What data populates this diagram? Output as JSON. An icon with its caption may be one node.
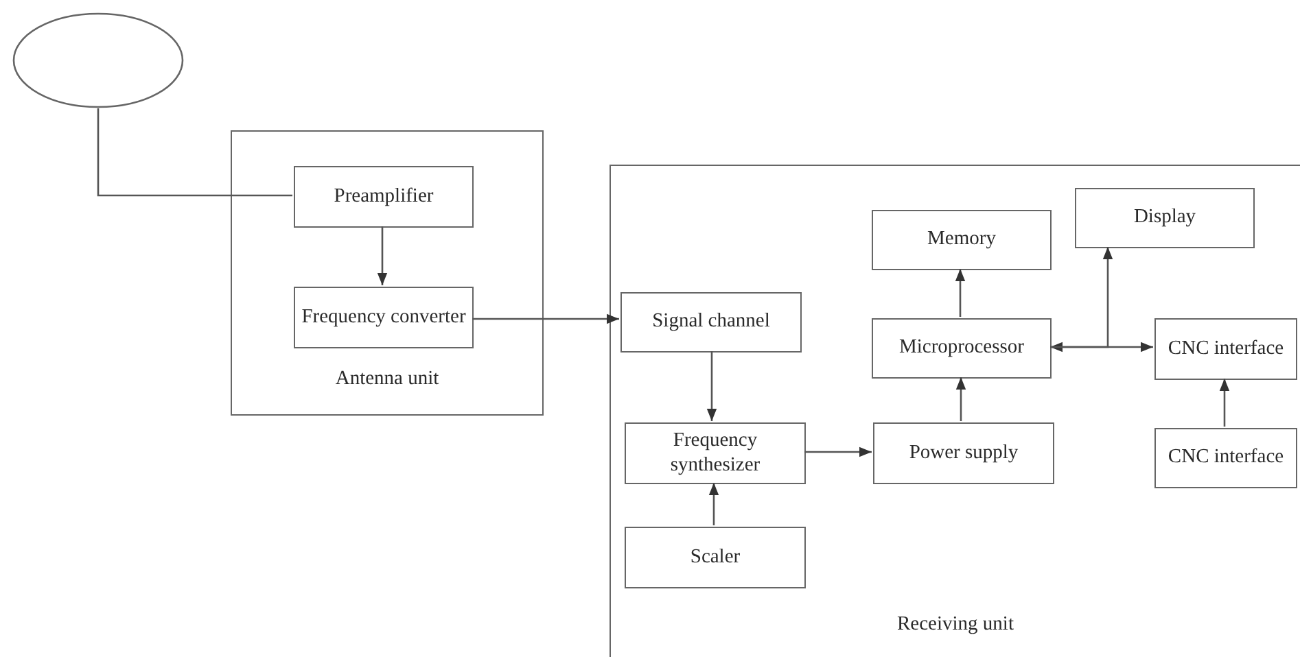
{
  "diagram": {
    "nodes": [
      {
        "text": [],
        "shape": "circle"
      },
      {
        "text": [
          "Antenna unit"
        ]
      },
      {
        "text": [
          "Preamplifier"
        ],
        "in": 1
      },
      {
        "text": [
          "Frequency converter"
        ],
        "in": 1
      },
      {
        "text": [
          "Receiving unit"
        ]
      },
      {
        "text": [
          "Memory"
        ],
        "in": 4
      },
      {
        "text": [
          "Display"
        ],
        "in": 4
      },
      {
        "text": [
          "Signal channel"
        ],
        "in": 4
      },
      {
        "text": [
          "Microprocessor"
        ],
        "in": 4
      },
      {
        "text": [
          "CNC interface"
        ],
        "in": 4
      },
      {
        "text": [
          "Frequency synthesizer"
        ],
        "in": 4
      },
      {
        "text": [
          "Power supply"
        ],
        "in": 4
      },
      {
        "text": [
          "CNC interface"
        ],
        "in": 4
      },
      {
        "text": [
          "Scaler"
        ],
        "in": 4
      }
    ],
    "edges": [
      {
        "from": 0,
        "to": 2,
        "arrow": "none"
      },
      {
        "from": 2,
        "to": 3,
        "arrow": "to"
      },
      {
        "from": 3,
        "to": 7,
        "arrow": "to"
      },
      {
        "from": 7,
        "to": 10,
        "arrow": "to"
      },
      {
        "from": 13,
        "to": 10,
        "arrow": "to"
      },
      {
        "from": 10,
        "to": 11,
        "arrow": "to"
      },
      {
        "from": 11,
        "to": 8,
        "arrow": "to"
      },
      {
        "from": 8,
        "to": 5,
        "arrow": "to"
      },
      {
        "from": 8,
        "to": 9,
        "arrow": "both"
      },
      {
        "from": 8,
        "to": 6,
        "arrow": "to"
      },
      {
        "from": 12,
        "to": 9,
        "arrow": "to"
      }
    ]
  }
}
